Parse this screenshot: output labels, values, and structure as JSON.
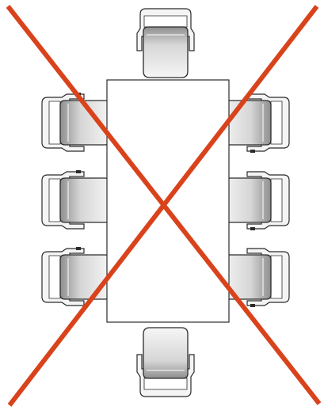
{
  "diagram": {
    "kind": "seating-layout",
    "table_shape": "rectangle",
    "seats": {
      "head_top": 1,
      "head_bottom": 1,
      "left_side": 3,
      "right_side": 3,
      "total": 8
    },
    "crossed_out": true,
    "colors": {
      "cross": "#d9431c",
      "table_fill": "#ffffff",
      "outline": "#2b2b2b",
      "chair_light": "#f4f4f4",
      "chair_shade": "#8c8c8c"
    }
  }
}
